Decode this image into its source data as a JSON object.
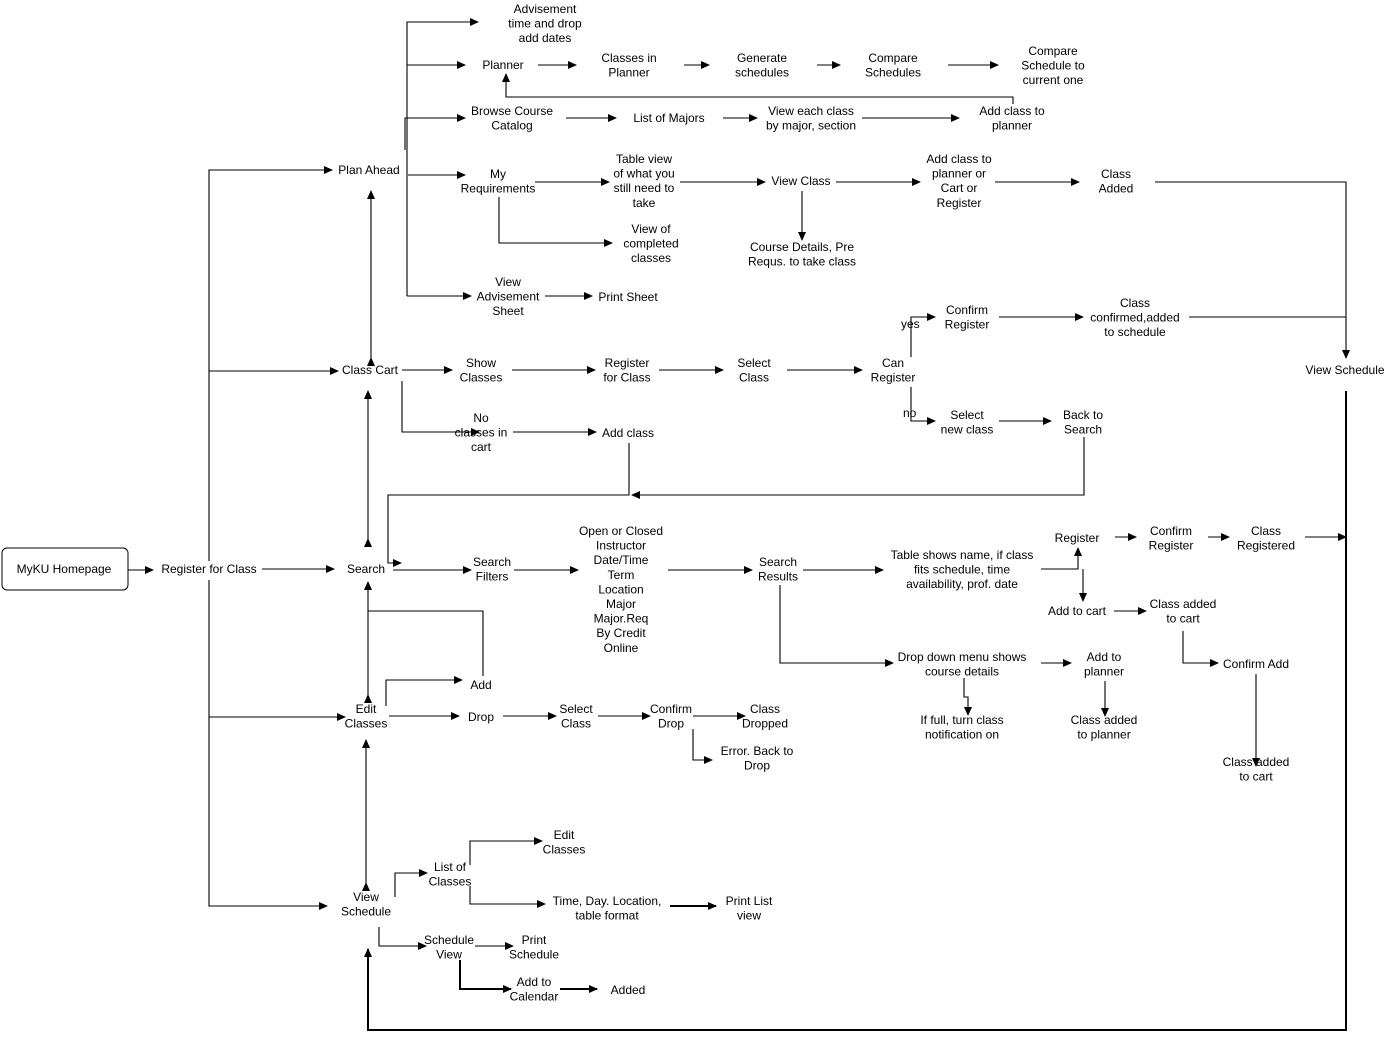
{
  "nodes": {
    "home": [
      "MyKU Homepage"
    ],
    "register_for_class": [
      "Register for Class"
    ],
    "plan_ahead": [
      "Plan Ahead"
    ],
    "class_cart": [
      "Class Cart"
    ],
    "search": [
      "Search"
    ],
    "edit_classes": [
      "Edit",
      "Classes"
    ],
    "view_schedule": [
      "View",
      "Schedule"
    ],
    "advisement_time": [
      "Advisement",
      "time and drop",
      "add dates"
    ],
    "planner": [
      "Planner"
    ],
    "classes_in_planner": [
      "Classes in",
      "Planner"
    ],
    "generate_schedules": [
      "Generate",
      "schedules"
    ],
    "compare_schedules": [
      "Compare",
      "Schedules"
    ],
    "compare_to_current": [
      "Compare",
      "Schedule to",
      "current one"
    ],
    "browse_catalog": [
      "Browse Course",
      "Catalog"
    ],
    "list_of_majors": [
      "List of Majors"
    ],
    "view_each_class": [
      "View each class",
      "by major, section"
    ],
    "add_class_to_planner": [
      "Add class to",
      "planner"
    ],
    "my_requirements": [
      "My",
      "Requirements"
    ],
    "table_view": [
      "Table view",
      "of what you",
      "still need to",
      "take"
    ],
    "view_class": [
      "View Class"
    ],
    "add_class_options": [
      "Add class to",
      "planner or",
      "Cart or",
      "Register"
    ],
    "class_added": [
      "Class",
      "Added"
    ],
    "view_completed": [
      "View of",
      "completed",
      "classes"
    ],
    "course_details": [
      "Course Details, Pre",
      "Requs. to take class"
    ],
    "view_advisement_sheet": [
      "View",
      "Advisement",
      "Sheet"
    ],
    "print_sheet": [
      "Print Sheet"
    ],
    "show_classes": [
      "Show",
      "Classes"
    ],
    "register_for_class_cart": [
      "Register",
      "for Class"
    ],
    "select_class_cart": [
      "Select",
      "Class"
    ],
    "can_register": [
      "Can",
      "Register"
    ],
    "confirm_register_top": [
      "Confirm",
      "Register"
    ],
    "class_confirmed": [
      "Class",
      "confirmed,added",
      "to schedule"
    ],
    "view_schedule_right": [
      "View Schedule"
    ],
    "select_new_class": [
      "Select",
      "new class"
    ],
    "back_to_search": [
      "Back to",
      "Search"
    ],
    "no_classes_in_cart": [
      "No",
      "classes in",
      "cart"
    ],
    "add_class": [
      "Add class"
    ],
    "search_filters": [
      "Search",
      "Filters"
    ],
    "filter_list": [
      "Open or Closed",
      "Instructor",
      "Date/Time",
      "Term",
      "Location",
      "Major",
      "Major.Req",
      "By Credit",
      "Online"
    ],
    "search_results": [
      "Search",
      "Results"
    ],
    "table_shows": [
      "Table shows name, if class",
      "fits schedule, time",
      "availability, prof. date"
    ],
    "register_search": [
      "Register"
    ],
    "confirm_register_search": [
      "Confirm",
      "Register"
    ],
    "class_registered": [
      "Class",
      "Registered"
    ],
    "add_to_cart": [
      "Add to cart"
    ],
    "class_added_to_cart": [
      "Class added",
      "to cart"
    ],
    "confirm_add": [
      "Confirm  Add"
    ],
    "class_added_to_cart_2": [
      "Class added",
      "to cart"
    ],
    "drop_down_menu": [
      "Drop down menu shows",
      "course details"
    ],
    "if_full": [
      "If full, turn class",
      "notification on"
    ],
    "add_to_planner": [
      "Add to",
      "planner"
    ],
    "class_added_to_planner": [
      "Class added",
      "to planner"
    ],
    "add_edit": [
      "Add"
    ],
    "drop": [
      "Drop"
    ],
    "select_class_drop": [
      "Select",
      "Class"
    ],
    "confirm_drop": [
      "Confirm",
      "Drop"
    ],
    "class_dropped": [
      "Class",
      "Dropped"
    ],
    "error_back_to_drop": [
      "Error. Back to",
      "Drop"
    ],
    "list_of_classes": [
      "List of",
      "Classes"
    ],
    "edit_classes_sub": [
      "Edit",
      "Classes"
    ],
    "time_day_location": [
      "Time, Day. Location,",
      "table format"
    ],
    "print_list_view": [
      "Print List",
      "view"
    ],
    "schedule_view": [
      "Schedule",
      "View"
    ],
    "print_schedule": [
      "Print",
      "Schedule"
    ],
    "add_to_calendar": [
      "Add to",
      "Calendar"
    ],
    "added": [
      "Added"
    ]
  },
  "edge_labels": {
    "yes": "yes",
    "no": "no"
  }
}
